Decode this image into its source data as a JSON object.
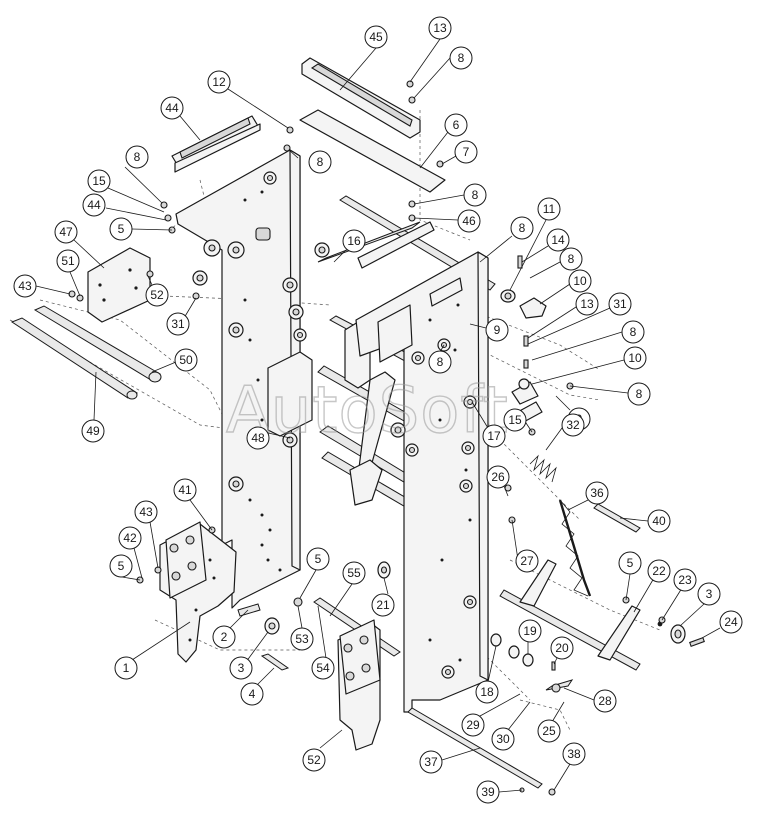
{
  "watermark": "AutoSoft",
  "callouts": [
    {
      "id": "c45",
      "label": "45"
    },
    {
      "id": "c13",
      "label": "13"
    },
    {
      "id": "c8a",
      "label": "8"
    },
    {
      "id": "c12",
      "label": "12"
    },
    {
      "id": "c44a",
      "label": "44"
    },
    {
      "id": "c6",
      "label": "6"
    },
    {
      "id": "c7",
      "label": "7"
    },
    {
      "id": "c8b",
      "label": "8"
    },
    {
      "id": "c8c",
      "label": "8"
    },
    {
      "id": "c15a",
      "label": "15"
    },
    {
      "id": "c44b",
      "label": "44"
    },
    {
      "id": "c8d",
      "label": "8"
    },
    {
      "id": "c46",
      "label": "46"
    },
    {
      "id": "c5a",
      "label": "5"
    },
    {
      "id": "c47",
      "label": "47"
    },
    {
      "id": "c16",
      "label": "16"
    },
    {
      "id": "c8e",
      "label": "8"
    },
    {
      "id": "c11",
      "label": "11"
    },
    {
      "id": "c14",
      "label": "14"
    },
    {
      "id": "c8f",
      "label": "8"
    },
    {
      "id": "c51",
      "label": "51"
    },
    {
      "id": "c43a",
      "label": "43"
    },
    {
      "id": "c52a",
      "label": "52"
    },
    {
      "id": "c10a",
      "label": "10"
    },
    {
      "id": "c13b",
      "label": "13"
    },
    {
      "id": "c31a",
      "label": "31"
    },
    {
      "id": "c31b",
      "label": "31"
    },
    {
      "id": "c9a",
      "label": "9"
    },
    {
      "id": "c8g",
      "label": "8"
    },
    {
      "id": "c8h",
      "label": "8"
    },
    {
      "id": "c50",
      "label": "50"
    },
    {
      "id": "c10b",
      "label": "10"
    },
    {
      "id": "c8i",
      "label": "8"
    },
    {
      "id": "c9b",
      "label": "9"
    },
    {
      "id": "c49",
      "label": "49"
    },
    {
      "id": "c48",
      "label": "48"
    },
    {
      "id": "c17",
      "label": "17"
    },
    {
      "id": "c15b",
      "label": "15"
    },
    {
      "id": "c32",
      "label": "32"
    },
    {
      "id": "c26",
      "label": "26"
    },
    {
      "id": "c41",
      "label": "41"
    },
    {
      "id": "c36",
      "label": "36"
    },
    {
      "id": "c43b",
      "label": "43"
    },
    {
      "id": "c40",
      "label": "40"
    },
    {
      "id": "c42",
      "label": "42"
    },
    {
      "id": "c27",
      "label": "27"
    },
    {
      "id": "c5b",
      "label": "5"
    },
    {
      "id": "c55",
      "label": "55"
    },
    {
      "id": "c5c",
      "label": "5"
    },
    {
      "id": "c5d",
      "label": "5"
    },
    {
      "id": "c22",
      "label": "22"
    },
    {
      "id": "c23",
      "label": "23"
    },
    {
      "id": "c21",
      "label": "21"
    },
    {
      "id": "c3a",
      "label": "3"
    },
    {
      "id": "c24",
      "label": "24"
    },
    {
      "id": "c2",
      "label": "2"
    },
    {
      "id": "c53",
      "label": "53"
    },
    {
      "id": "c19",
      "label": "19"
    },
    {
      "id": "c1",
      "label": "1"
    },
    {
      "id": "c3b",
      "label": "3"
    },
    {
      "id": "c20",
      "label": "20"
    },
    {
      "id": "c54",
      "label": "54"
    },
    {
      "id": "c18",
      "label": "18"
    },
    {
      "id": "c28",
      "label": "28"
    },
    {
      "id": "c4",
      "label": "4"
    },
    {
      "id": "c29",
      "label": "29"
    },
    {
      "id": "c30",
      "label": "30"
    },
    {
      "id": "c25",
      "label": "25"
    },
    {
      "id": "c52b",
      "label": "52"
    },
    {
      "id": "c37",
      "label": "37"
    },
    {
      "id": "c38",
      "label": "38"
    },
    {
      "id": "c39",
      "label": "39"
    }
  ]
}
